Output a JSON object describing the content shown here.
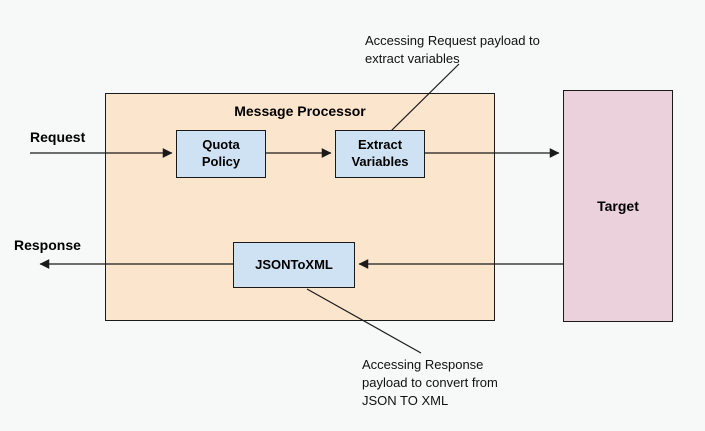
{
  "diagram": {
    "container": {
      "title": "Message Processor"
    },
    "nodes": {
      "quota_policy": "Quota Policy",
      "extract_variables": "Extract Variables",
      "json_to_xml": "JSONToXML",
      "target": "Target"
    },
    "flow_labels": {
      "request": "Request",
      "response": "Response"
    },
    "annotations": {
      "top": "Accessing Request payload to extract variables",
      "bottom": "Accessing Response payload to convert from JSON TO XML"
    },
    "colors": {
      "canvas_background": "#f7f8f8",
      "message_processor_fill": "#fce5cd",
      "policy_node_fill": "#cfe2f3",
      "target_fill": "#ead1dc",
      "border_and_lines": "#1a1a1a"
    }
  }
}
